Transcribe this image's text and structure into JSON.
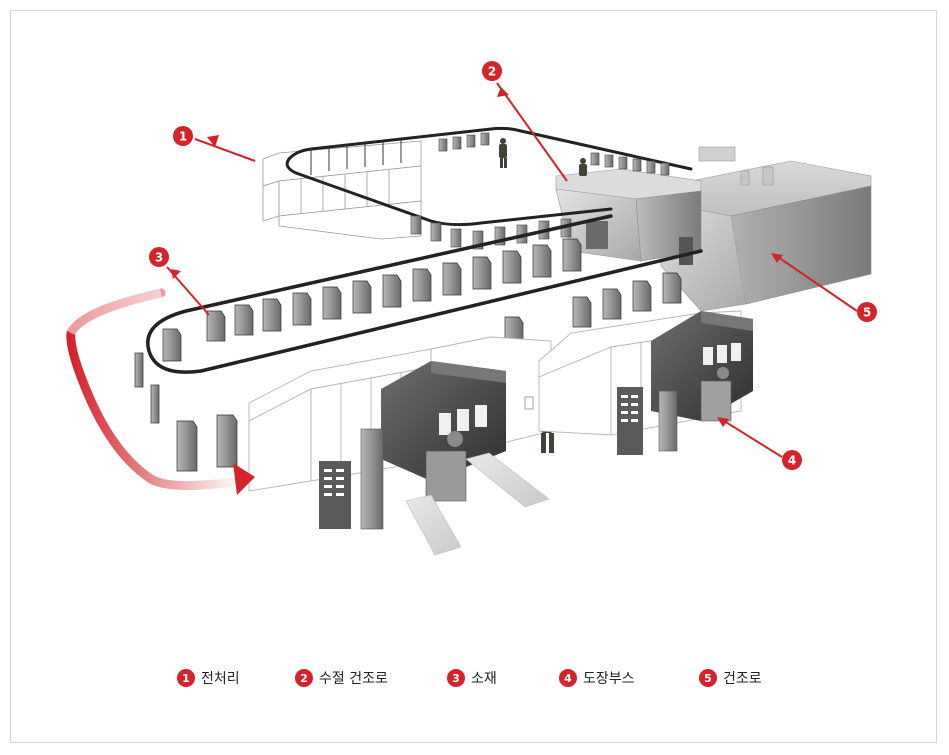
{
  "markers": [
    {
      "id": "1",
      "label": "1"
    },
    {
      "id": "2",
      "label": "2"
    },
    {
      "id": "3",
      "label": "3"
    },
    {
      "id": "4",
      "label": "4"
    },
    {
      "id": "5",
      "label": "5"
    }
  ],
  "legend": [
    {
      "num": "1",
      "label": "전처리"
    },
    {
      "num": "2",
      "label": "수절 건조로"
    },
    {
      "num": "3",
      "label": "소재"
    },
    {
      "num": "4",
      "label": "도장부스"
    },
    {
      "num": "5",
      "label": "건조로"
    }
  ],
  "colors": {
    "accent": "#d4232b",
    "conveyor": "#222222",
    "part_fill": "#8e8e8e",
    "oven_fill": "#a6a6a6",
    "booth_dark": "#3a3a3a",
    "outline": "#bfbfbf",
    "worker": "#3f4438"
  }
}
